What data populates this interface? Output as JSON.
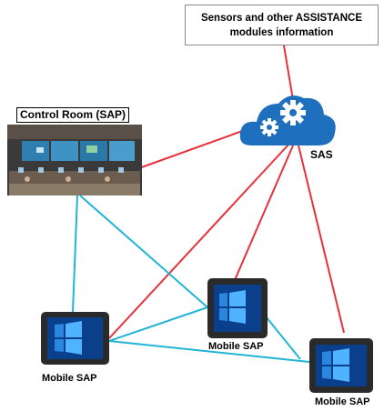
{
  "diagram": {
    "sensors_box": {
      "line1": "Sensors and other ASSISTANCE",
      "line2": "modules information"
    },
    "control_room": {
      "title": "Control Room (SAP)"
    },
    "cloud": {
      "label": "SAS"
    },
    "devices": {
      "tablet_left": {
        "label": "Mobile SAP"
      },
      "tablet_middle": {
        "label": "Mobile SAP"
      },
      "tablet_right": {
        "label": "Mobile SAP"
      }
    },
    "colors": {
      "sas_link": "#e8303a",
      "sap_link": "#21b4d6",
      "cloud": "#1f6fbf"
    }
  }
}
